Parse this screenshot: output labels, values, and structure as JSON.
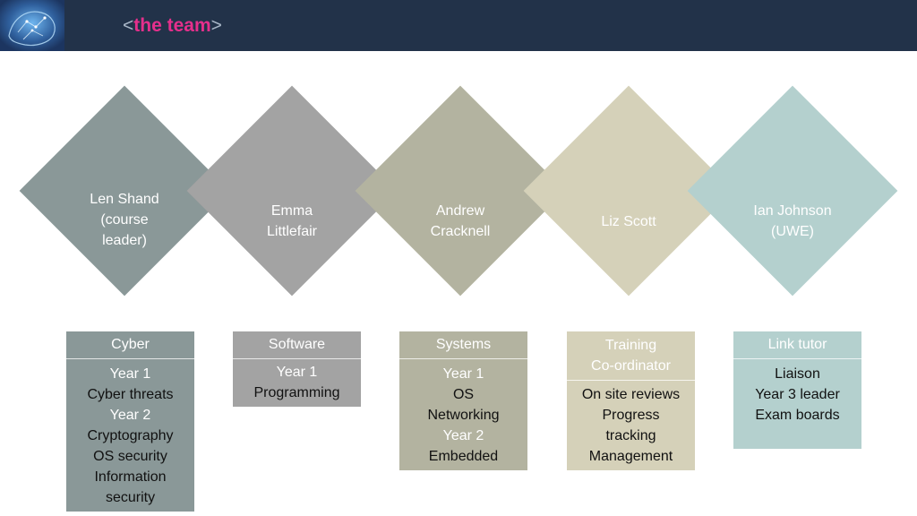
{
  "header": {
    "title": "the team",
    "bracket_open": "<",
    "bracket_close": ">"
  },
  "members": [
    {
      "name_lines": [
        "Len Shand",
        "(course",
        "leader)"
      ],
      "color": "#8a9898"
    },
    {
      "name_lines": [
        "Emma",
        "Littlefair"
      ],
      "color": "#a3a3a3"
    },
    {
      "name_lines": [
        "Andrew",
        "Cracknell"
      ],
      "color": "#b3b3a0"
    },
    {
      "name_lines": [
        "Liz Scott"
      ],
      "color": "#d5d1b9"
    },
    {
      "name_lines": [
        "Ian Johnson",
        "(UWE)"
      ],
      "color": "#b4d0ce"
    }
  ],
  "cards": [
    {
      "title": "Cyber",
      "lines": [
        {
          "text": "Year 1",
          "type": "sub"
        },
        {
          "text": "Cyber threats",
          "type": "item"
        },
        {
          "text": "Year 2",
          "type": "sub"
        },
        {
          "text": "Cryptography",
          "type": "item"
        },
        {
          "text": "OS security",
          "type": "item"
        },
        {
          "text": "Information",
          "type": "item"
        },
        {
          "text": "security",
          "type": "item"
        }
      ]
    },
    {
      "title": "Software",
      "lines": [
        {
          "text": "Year 1",
          "type": "sub"
        },
        {
          "text": "Programming",
          "type": "item"
        }
      ]
    },
    {
      "title": "Systems",
      "lines": [
        {
          "text": "Year 1",
          "type": "sub"
        },
        {
          "text": "OS",
          "type": "item"
        },
        {
          "text": "Networking",
          "type": "item"
        },
        {
          "text": "Year 2",
          "type": "sub"
        },
        {
          "text": "Embedded",
          "type": "item"
        }
      ]
    },
    {
      "title_lines": [
        "Training",
        "Co-ordinator"
      ],
      "lines": [
        {
          "text": "On site reviews",
          "type": "item"
        },
        {
          "text": "Progress",
          "type": "item"
        },
        {
          "text": "tracking",
          "type": "item"
        },
        {
          "text": "Management",
          "type": "item"
        }
      ]
    },
    {
      "title": "Link tutor",
      "lines": [
        {
          "text": "Liaison",
          "type": "item"
        },
        {
          "text": "Year 3 leader",
          "type": "item"
        },
        {
          "text": "Exam boards",
          "type": "item"
        }
      ]
    }
  ]
}
